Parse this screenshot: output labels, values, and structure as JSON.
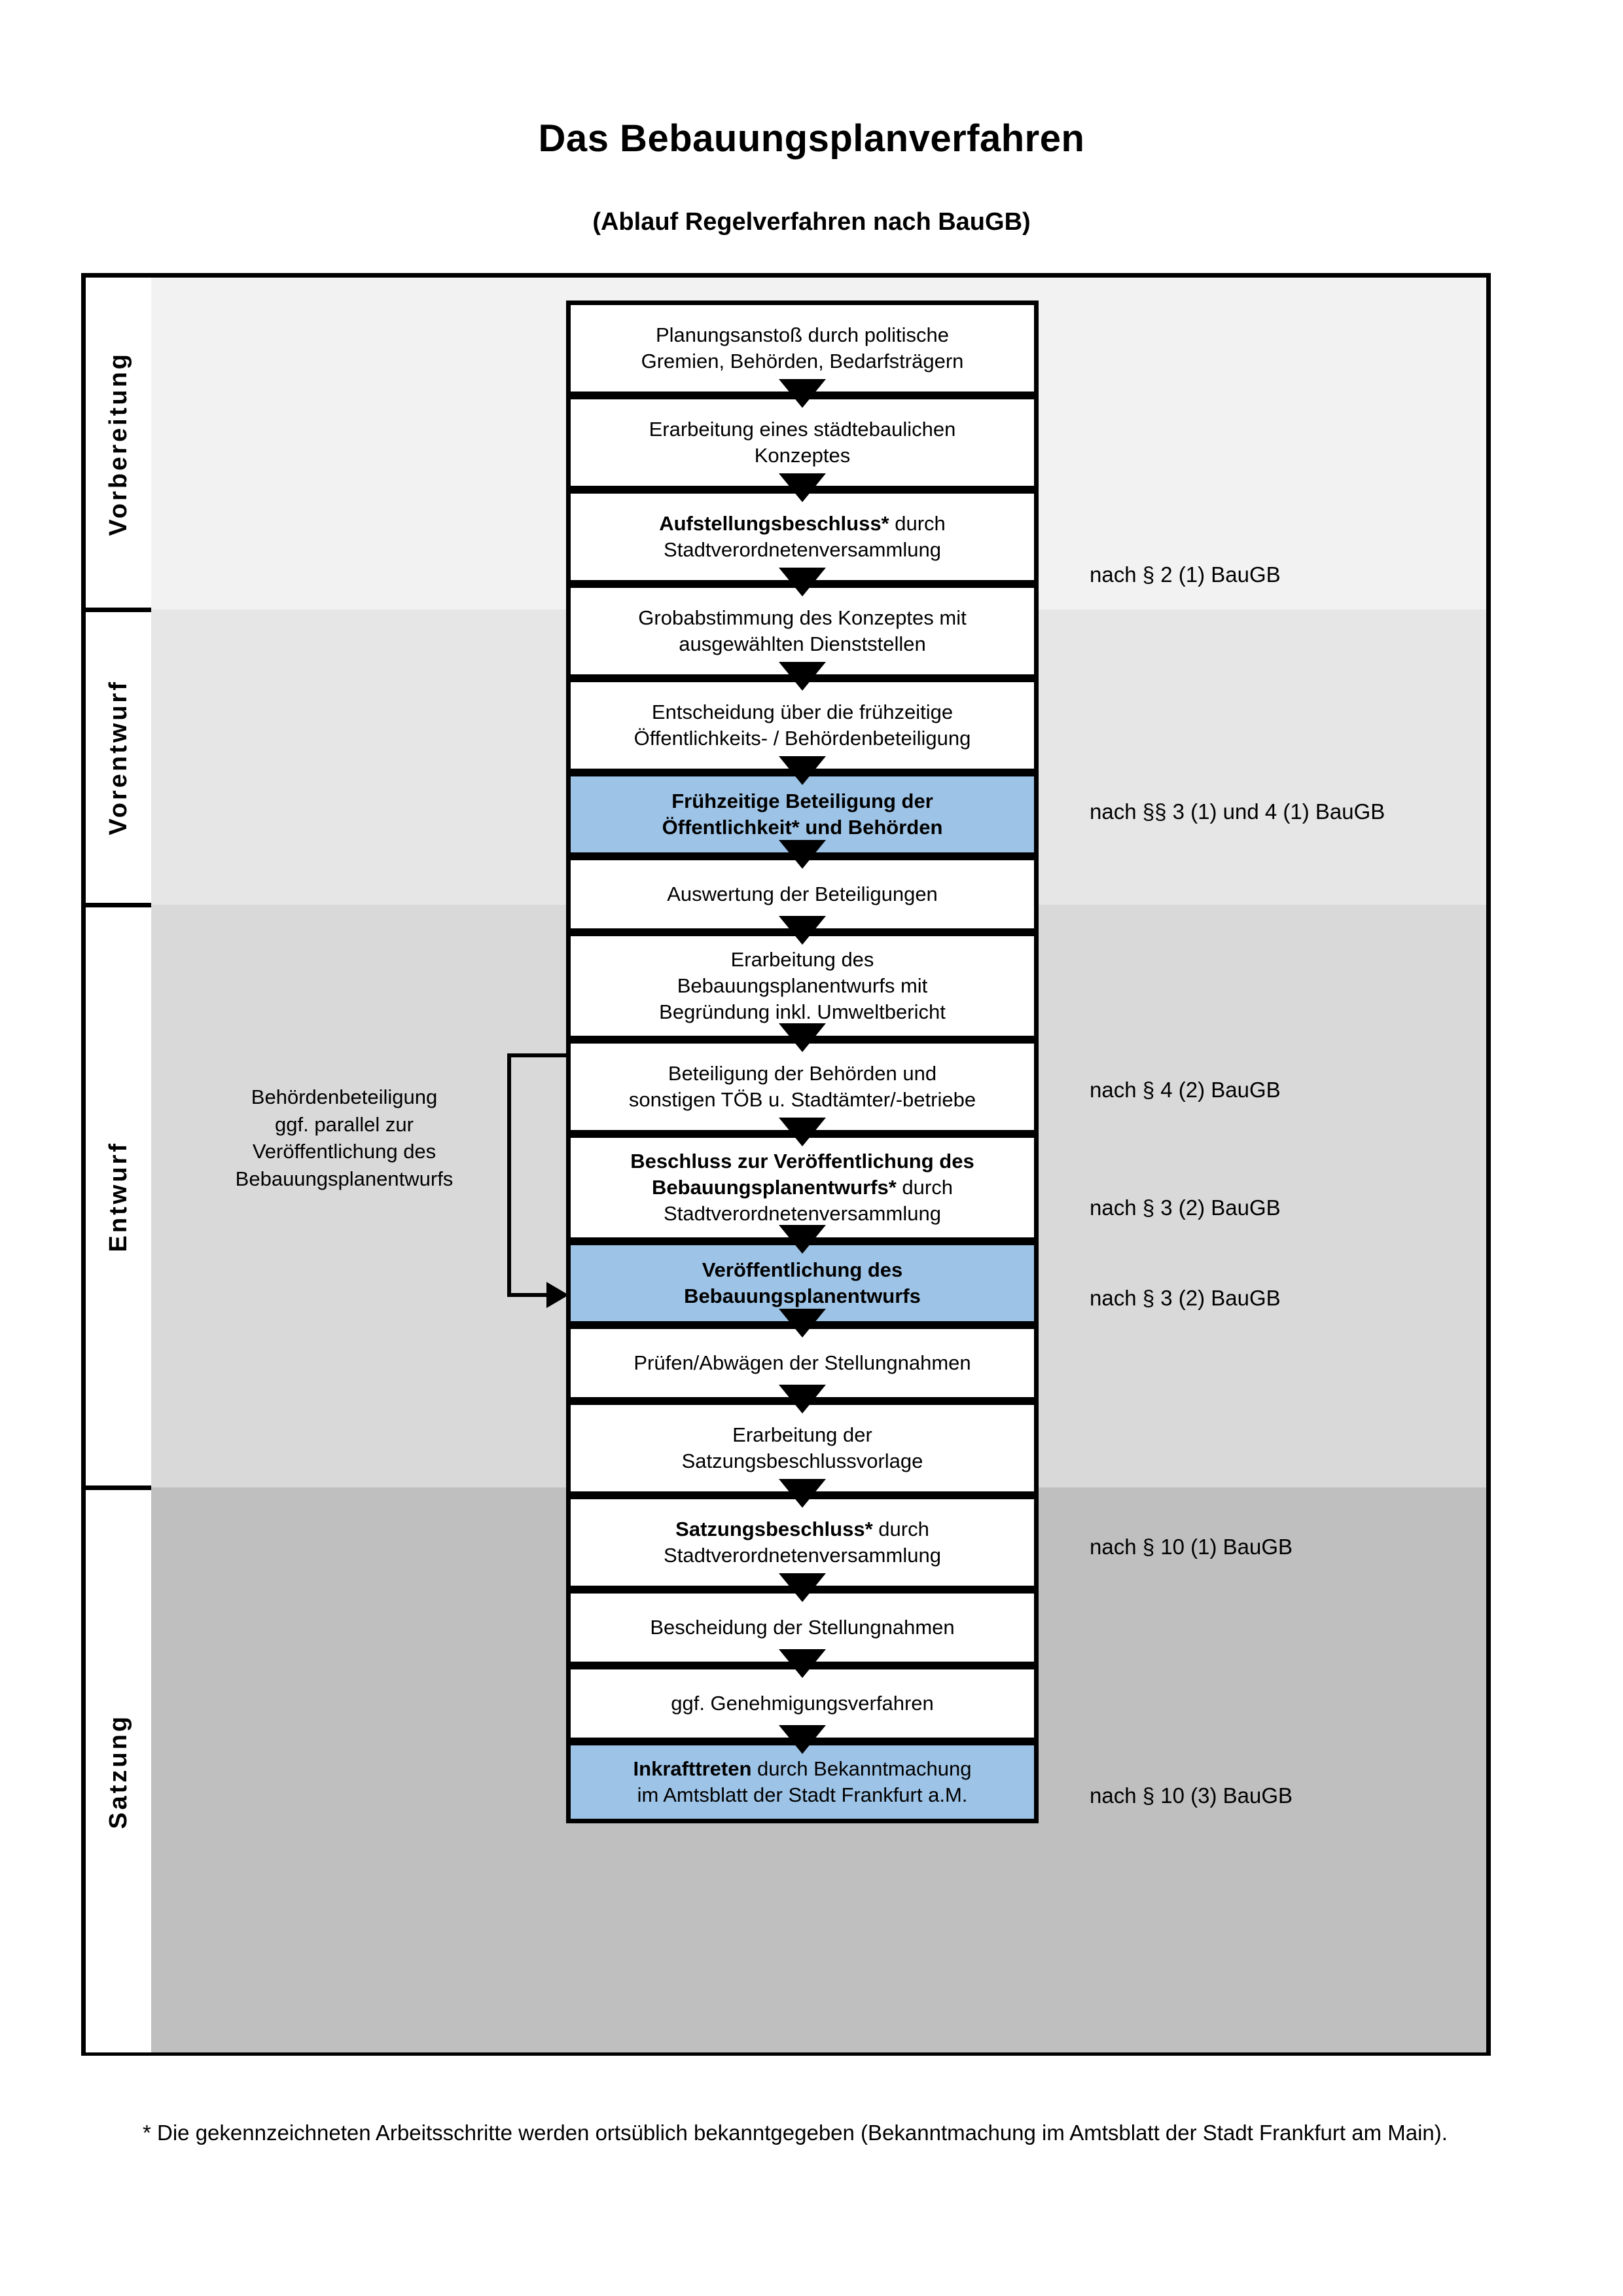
{
  "title": "Das Bebauungsplanverfahren",
  "subtitle": "(Ablauf Regelverfahren nach BauGB)",
  "phases": [
    {
      "label": "Vorbereitung",
      "band_color": "#f2f2f2"
    },
    {
      "label": "Vorentwurf",
      "band_color": "#e6e6e6"
    },
    {
      "label": "Entwurf",
      "band_color": "#d9d9d9"
    },
    {
      "label": "Satzung",
      "band_color": "#bfbfbf"
    }
  ],
  "nodes": [
    {
      "id": "n1",
      "phase": "Vorbereitung",
      "highlight": false,
      "lines": [
        {
          "text": "Planungsanstoß durch politische",
          "bold": false
        },
        {
          "text": "Gremien, Behörden, Bedarfsträgern",
          "bold": false
        }
      ]
    },
    {
      "id": "n2",
      "phase": "Vorbereitung",
      "highlight": false,
      "lines": [
        {
          "text": "Erarbeitung eines städtebaulichen",
          "bold": false
        },
        {
          "text": "Konzeptes",
          "bold": false
        }
      ]
    },
    {
      "id": "n3",
      "phase": "Vorbereitung",
      "highlight": false,
      "lines": [
        {
          "text": "Aufstellungsbeschluss*",
          "bold": true
        },
        {
          "text": " durch",
          "bold": false
        },
        {
          "text": "\n",
          "bold": false
        },
        {
          "text": "Stadtverordnetenversammlung",
          "bold": false
        }
      ]
    },
    {
      "id": "n4",
      "phase": "Vorentwurf",
      "highlight": false,
      "lines": [
        {
          "text": "Grobabstimmung des Konzeptes mit",
          "bold": false
        },
        {
          "text": "ausgewählten Dienststellen",
          "bold": false
        }
      ]
    },
    {
      "id": "n5",
      "phase": "Vorentwurf",
      "highlight": false,
      "lines": [
        {
          "text": "Entscheidung über die frühzeitige",
          "bold": false
        },
        {
          "text": "Öffentlichkeits- / Behördenbeteiligung",
          "bold": false
        }
      ]
    },
    {
      "id": "n6",
      "phase": "Vorentwurf",
      "highlight": true,
      "lines": [
        {
          "text": "Frühzeitige Beteiligung der",
          "bold": true
        },
        {
          "text": "Öffentlichkeit* und Behörden",
          "bold": true
        }
      ]
    },
    {
      "id": "n7",
      "phase": "Entwurf",
      "highlight": false,
      "lines": [
        {
          "text": "Auswertung der Beteiligungen",
          "bold": false
        }
      ]
    },
    {
      "id": "n8",
      "phase": "Entwurf",
      "highlight": false,
      "lines": [
        {
          "text": "Erarbeitung des",
          "bold": false
        },
        {
          "text": "Bebauungsplanentwurfs mit",
          "bold": false
        },
        {
          "text": "Begründung inkl. Umweltbericht",
          "bold": false
        }
      ]
    },
    {
      "id": "n9",
      "phase": "Entwurf",
      "highlight": false,
      "lines": [
        {
          "text": "Beteiligung der Behörden und",
          "bold": false
        },
        {
          "text": "sonstigen TÖB u. Stadtämter/-betriebe",
          "bold": false
        }
      ]
    },
    {
      "id": "n10",
      "phase": "Entwurf",
      "highlight": false,
      "lines": [
        {
          "text": "Beschluss zur Veröffentlichung des",
          "bold": true
        },
        {
          "text": "Bebauungsplanentwurfs*",
          "bold": true
        },
        {
          "text": " durch",
          "bold": false
        },
        {
          "text": "Stadtverordnetenversammlung",
          "bold": false
        }
      ]
    },
    {
      "id": "n11",
      "phase": "Entwurf",
      "highlight": true,
      "lines": [
        {
          "text": "Veröffentlichung des",
          "bold": true
        },
        {
          "text": "Bebauungsplanentwurfs",
          "bold": true
        }
      ]
    },
    {
      "id": "n12",
      "phase": "Satzung",
      "highlight": false,
      "lines": [
        {
          "text": "Prüfen/Abwägen der Stellungnahmen",
          "bold": false
        }
      ]
    },
    {
      "id": "n13",
      "phase": "Satzung",
      "highlight": false,
      "lines": [
        {
          "text": "Erarbeitung der",
          "bold": false
        },
        {
          "text": "Satzungsbeschlussvorlage",
          "bold": false
        }
      ]
    },
    {
      "id": "n14",
      "phase": "Satzung",
      "highlight": false,
      "lines": [
        {
          "text": "Satzungsbeschluss*",
          "bold": true
        },
        {
          "text": " durch",
          "bold": false
        },
        {
          "text": "Stadtverordnetenversammlung",
          "bold": false
        }
      ]
    },
    {
      "id": "n15",
      "phase": "Satzung",
      "highlight": false,
      "lines": [
        {
          "text": "Bescheidung der Stellungnahmen",
          "bold": false
        }
      ]
    },
    {
      "id": "n16",
      "phase": "Satzung",
      "highlight": false,
      "lines": [
        {
          "text": "ggf. Genehmigungsverfahren",
          "bold": false
        }
      ]
    },
    {
      "id": "n17",
      "phase": "Satzung",
      "highlight": true,
      "lines": [
        {
          "text": "Inkrafttreten",
          "bold": true
        },
        {
          "text": " durch Bekanntmachung",
          "bold": false
        },
        {
          "text": "im Amtsblatt der Stadt Frankfurt a.M.",
          "bold": false
        }
      ]
    }
  ],
  "node_text": {
    "n1_l1": "Planungsanstoß durch politische",
    "n1_l2": "Gremien, Behörden, Bedarfsträgern",
    "n2_l1": "Erarbeitung eines städtebaulichen",
    "n2_l2": "Konzeptes",
    "n3_b": "Aufstellungsbeschluss*",
    "n3_r": " durch",
    "n3_l2": "Stadtverordnetenversammlung",
    "n4_l1": "Grobabstimmung des Konzeptes mit",
    "n4_l2": "ausgewählten Dienststellen",
    "n5_l1": "Entscheidung über die frühzeitige",
    "n5_l2": "Öffentlichkeits- / Behördenbeteiligung",
    "n6_l1": "Frühzeitige Beteiligung der",
    "n6_l2": "Öffentlichkeit* und Behörden",
    "n7_l1": "Auswertung der Beteiligungen",
    "n8_l1": "Erarbeitung des",
    "n8_l2": "Bebauungsplanentwurfs mit",
    "n8_l3": "Begründung inkl. Umweltbericht",
    "n9_l1": "Beteiligung der Behörden und",
    "n9_l2": "sonstigen TÖB u. Stadtämter/-betriebe",
    "n10_b1": "Beschluss zur Veröffentlichung des",
    "n10_b2": "Bebauungsplanentwurfs*",
    "n10_r": " durch",
    "n10_l3": "Stadtverordnetenversammlung",
    "n11_l1": "Veröffentlichung des",
    "n11_l2": "Bebauungsplanentwurfs",
    "n12_l1": "Prüfen/Abwägen der Stellungnahmen",
    "n13_l1": "Erarbeitung der",
    "n13_l2": "Satzungsbeschlussvorlage",
    "n14_b": "Satzungsbeschluss*",
    "n14_r": " durch",
    "n14_l2": "Stadtverordnetenversammlung",
    "n15_l1": "Bescheidung der Stellungnahmen",
    "n16_l1": "ggf. Genehmigungsverfahren",
    "n17_b": "Inkrafttreten",
    "n17_r": " durch Bekanntmachung",
    "n17_l2": "im Amtsblatt der Stadt Frankfurt a.M."
  },
  "sidenote": {
    "l1": "Behördenbeteiligung",
    "l2": "ggf. parallel zur",
    "l3": "Veröffentlichung des",
    "l4": "Bebauungsplanentwurfs"
  },
  "law_refs": [
    {
      "id": "r1",
      "text": "nach § 2 (1) BauGB",
      "for": "n3"
    },
    {
      "id": "r2",
      "text": "nach §§ 3 (1) und 4 (1) BauGB",
      "for": "n6"
    },
    {
      "id": "r3",
      "text": "nach § 4 (2) BauGB",
      "for": "n9"
    },
    {
      "id": "r4",
      "text": "nach § 3 (2) BauGB",
      "for": "n10"
    },
    {
      "id": "r5",
      "text": "nach § 3 (2) BauGB",
      "for": "n11"
    },
    {
      "id": "r6",
      "text": "nach § 10 (1) BauGB",
      "for": "n14"
    },
    {
      "id": "r7",
      "text": "nach § 10 (3) BauGB",
      "for": "n17"
    }
  ],
  "footnote": "* Die gekennzeichneten Arbeitsschritte werden ortsüblich bekanntgegeben (Bekanntmachung im Amtsblatt  der Stadt Frankfurt am Main).",
  "colors": {
    "highlight": "#9dc3e6",
    "band_1": "#f2f2f2",
    "band_2": "#e6e6e6",
    "band_3": "#d9d9d9",
    "band_4": "#bfbfbf",
    "line": "#000000"
  }
}
